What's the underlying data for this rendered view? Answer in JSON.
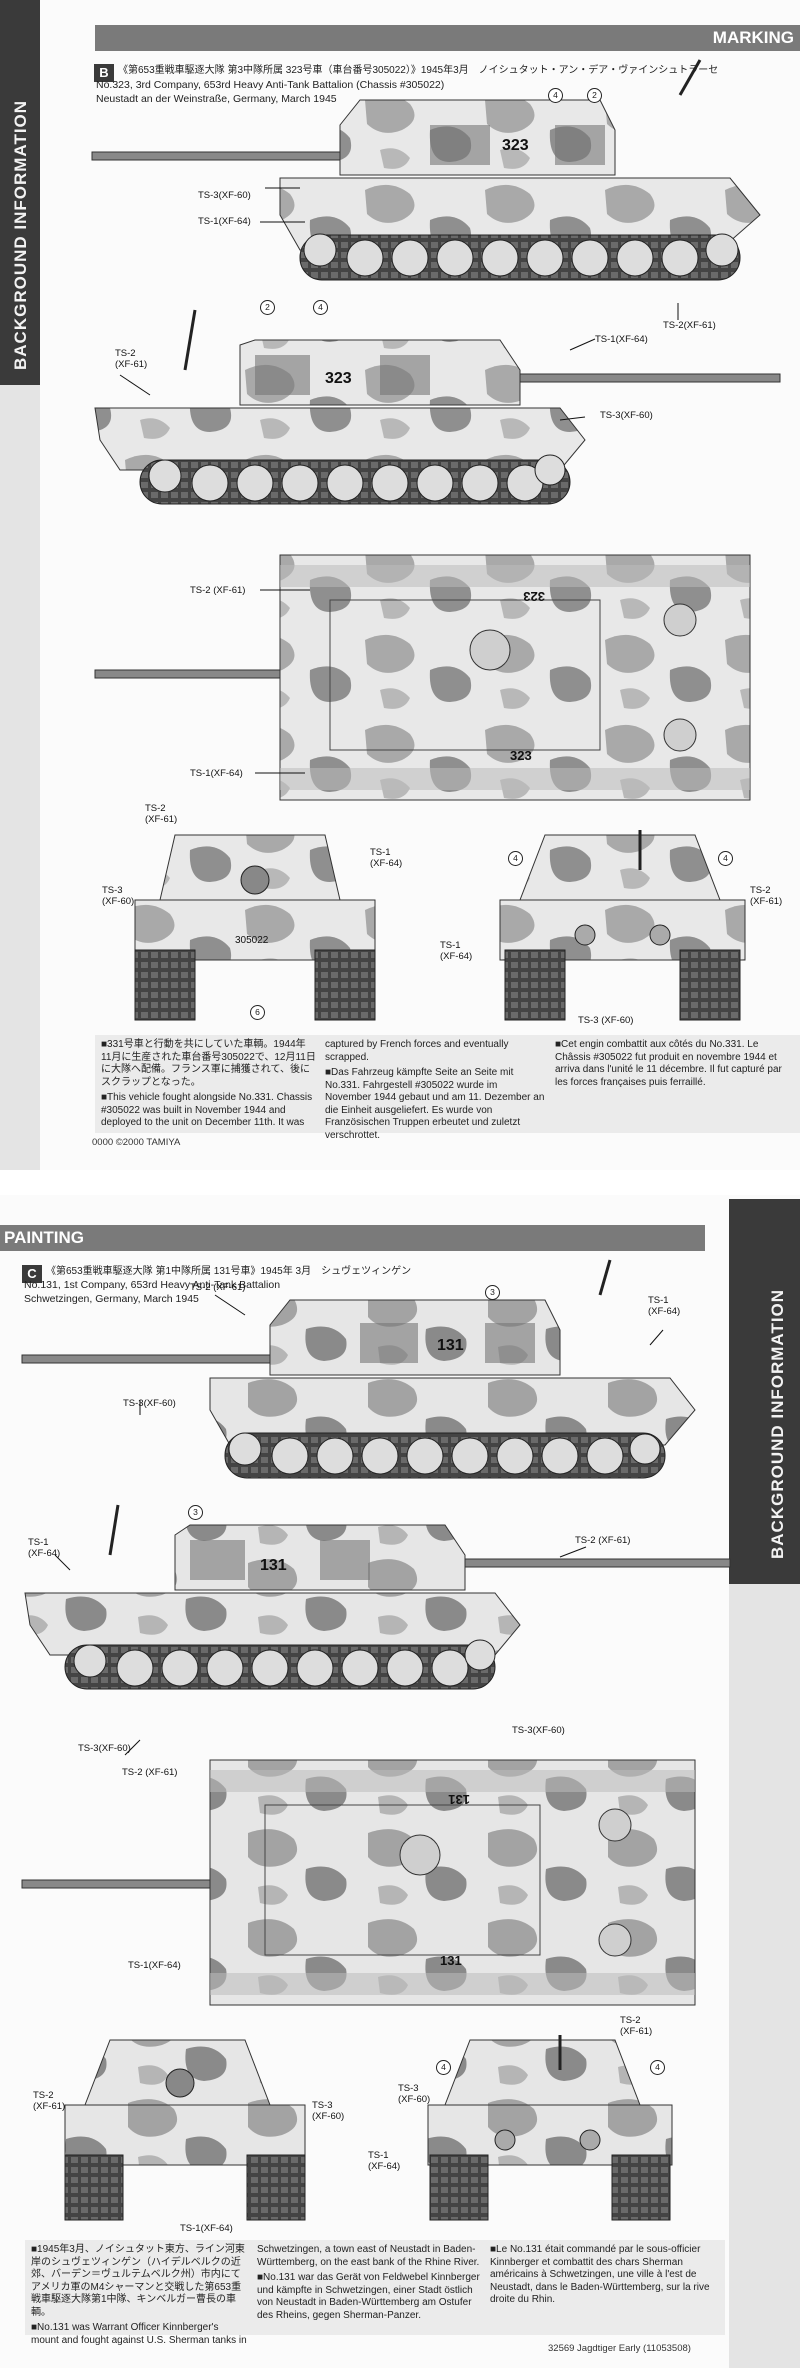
{
  "page1": {
    "side_label": "BACKGROUND INFORMATION",
    "banner_title": "MARKING",
    "section_letter": "B",
    "caption_jp": "《第653重戦車駆逐大隊 第3中隊所属 323号車（車台番号305022）》1945年3月　ノイシュタット・アン・デア・ヴァインシュトラーセ",
    "caption_en": "No.323, 3rd Company, 653rd Heavy Anti-Tank Battalion (Chassis #305022)",
    "caption_loc": "Neustadt an der Weinstraße, Germany, March 1945",
    "turret_number": "323",
    "rear_number": "305022",
    "callouts": {
      "ts3": "TS-3(XF-60)",
      "ts1": "TS-1(XF-64)",
      "ts2": "TS-2(XF-61)",
      "ts2_top": "TS-2 (XF-61)",
      "ts1_top": "TS-1(XF-64)",
      "ts2_front": "TS-2\n(XF-61)",
      "ts3_front": "TS-3\n(XF-60)",
      "ts1_front": "TS-1\n(XF-64)",
      "ts1_rear": "TS-1\n(XF-64)",
      "ts2_rear": "TS-2\n(XF-61)",
      "ts3_rear": "TS-3 (XF-60)"
    },
    "numbers": [
      "4",
      "2",
      "2",
      "4",
      "4",
      "4",
      "6"
    ],
    "info_jp_1": "■331号車と行動を共にしていた車輌。1944年11月に生産された車台番号305022で、12月11日に大隊へ配備。フランス軍に捕獲されて、後にスクラップとなった。",
    "info_en_1": "■This vehicle fought alongside No.331. Chassis #305022 was built in November 1944 and deployed to the unit on December 11th. It was",
    "info_en_2": "captured by French forces and eventually scrapped.",
    "info_de": "■Das Fahrzeug kämpfte Seite an Seite mit No.331. Fahrgestell #305022 wurde im November 1944 gebaut und am 11. Dezember an die Einheit ausgeliefert. Es wurde von Französischen Truppen erbeutet und zuletzt verschrottet.",
    "info_fr": "■Cet engin combattit aux côtés du No.331. Le Châssis #305022 fut produit en novembre 1944 et arriva dans l'unité le 11 décembre. Il fut capturé par les forces françaises puis ferraillé.",
    "footer": "0000 ©2000 TAMIYA"
  },
  "page2": {
    "side_label": "BACKGROUND INFORMATION",
    "banner_title": "PAINTING",
    "section_letter": "C",
    "caption_jp": "《第653重戦車駆逐大隊 第1中隊所属 131号車》1945年 3月　シュヴェツィンゲン",
    "caption_en": "No.131, 1st Company, 653rd Heavy Anti-Tank Battalion",
    "caption_loc": "Schwetzingen, Germany, March 1945",
    "turret_number": "131",
    "callouts": {
      "ts2_a": "TS-2 (XF-61)",
      "ts1_a": "TS-1\n(XF-64)",
      "ts3_a": "TS-3(XF-60)",
      "ts1_b": "TS-1\n(XF-64)",
      "ts2_b": "TS-2 (XF-61)",
      "ts3_b": "TS-3(XF-60)",
      "ts3_top": "TS-3(XF-60)",
      "ts2_top": "TS-2 (XF-61)",
      "ts1_top": "TS-1(XF-64)",
      "ts2_front": "TS-2\n(XF-61)",
      "ts3_front": "TS-3\n(XF-60)",
      "ts1_front": "TS-1(XF-64)",
      "ts3_rear": "TS-3\n(XF-60)",
      "ts1_rear": "TS-1\n(XF-64)",
      "ts2_rear": "TS-2\n(XF-61)"
    },
    "numbers": [
      "3",
      "3",
      "4",
      "4"
    ],
    "info_jp_1": "■1945年3月、ノイシュタット東方、ライン河東岸のシュヴェツィンゲン（ハイデルベルクの近郊、バーデン＝ヴュルテムベルク州）市内にてアメリカ軍のM4シャーマンと交戦した第653重戦車駆逐大隊第1中隊、キンベルガー曹長の車輌。",
    "info_en_1": "■No.131 was Warrant Officer Kinnberger's mount and fought against U.S. Sherman tanks in",
    "info_en_2": "Schwetzingen, a town east of Neustadt in Baden-Württemberg, on the east bank of the Rhine River.",
    "info_de": "■No.131 war das Gerät von Feldwebel Kinnberger und kämpfte in Schwetzingen, einer Stadt östlich von Neustadt in Baden-Württemberg am Ostufer des Rheins, gegen Sherman-Panzer.",
    "info_fr": "■Le No.131 était commandé par le sous-officier Kinnberger et combattit des chars Sherman américains à Schwetzingen, une ville à l'est de Neustadt, dans le Baden-Württemberg, sur la rive droite du Rhin.",
    "footer": "32569 Jagdtiger Early (11053508)"
  }
}
